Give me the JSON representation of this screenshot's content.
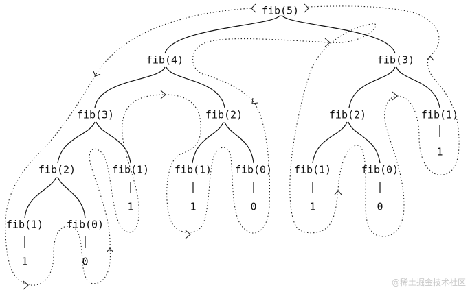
{
  "nodes": {
    "root": "fib(5)",
    "f4": "fib(4)",
    "f3r": "fib(3)",
    "f3l": "fib(3)",
    "f2a": "fib(2)",
    "f2b": "fib(2)",
    "f2c": "fib(2)",
    "f1a": "fib(1)",
    "f0a": "fib(0)",
    "f1b": "fib(1)",
    "f1c": "fib(1)",
    "f0b": "fib(0)",
    "f1d": "fib(1)",
    "f0c": "fib(0)",
    "f1e": "fib(1)"
  },
  "leaves": {
    "v1a": "1",
    "v0a": "0",
    "v1b": "1",
    "v1c": "1",
    "v0b": "0",
    "v1d": "1",
    "v0c": "0",
    "v1e": "1"
  },
  "watermark": "@稀土掘金技术社区"
}
